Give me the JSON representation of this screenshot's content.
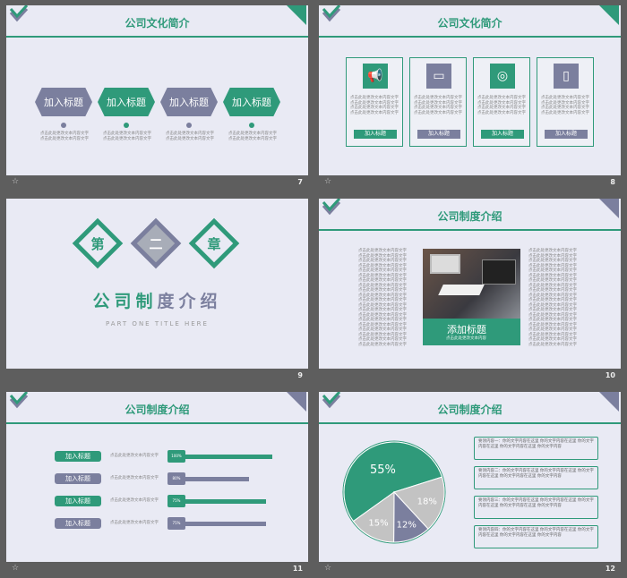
{
  "colors": {
    "green": "#2f9a7a",
    "slate": "#7b7f9e",
    "gray": "#c3c3c3",
    "bg": "#e9eaf4"
  },
  "slide7": {
    "title": "公司文化简介",
    "number": "7",
    "items": [
      {
        "label": "加入标题",
        "color": "#7b7f9e",
        "text": "点击此处更改文本内容文字"
      },
      {
        "label": "加入标题",
        "color": "#2f9a7a",
        "text": "点击此处更改文本内容文字"
      },
      {
        "label": "加入标题",
        "color": "#7b7f9e",
        "text": "点击此处更改文本内容文字"
      },
      {
        "label": "加入标题",
        "color": "#2f9a7a",
        "text": "点击此处更改文本内容文字"
      }
    ]
  },
  "slide8": {
    "title": "公司文化简介",
    "number": "8",
    "cards": [
      {
        "icon": "megaphone-icon",
        "glyph": "📢",
        "color": "#2f9a7a",
        "button": "加入标题"
      },
      {
        "icon": "monitor-icon",
        "glyph": "▭",
        "color": "#7b7f9e",
        "button": "加入标题"
      },
      {
        "icon": "target-icon",
        "glyph": "◎",
        "color": "#2f9a7a",
        "button": "加入标题"
      },
      {
        "icon": "door-icon",
        "glyph": "▯",
        "color": "#7b7f9e",
        "button": "加入标题"
      }
    ],
    "text": "点击此处更改文本内容文字"
  },
  "slide9": {
    "c1": "第",
    "c2": "二",
    "c3": "章",
    "title": "公司制度介绍",
    "subtitle": "PART ONE   TITLE HERE",
    "number": "9"
  },
  "slide10": {
    "title": "公司制度介绍",
    "number": "10",
    "caption": "添加标题",
    "caption_sub": "点击此处更改文本内容",
    "text": "点击此处更改文本内容文字"
  },
  "slide11": {
    "title": "公司制度介绍",
    "number": "11",
    "rows": [
      {
        "label": "加入标题",
        "color": "#2f9a7a",
        "pct": "100%",
        "fraction": 1.0,
        "text": "点击此处更改文本内容文字"
      },
      {
        "label": "加入标题",
        "color": "#7b7f9e",
        "pct": "80%",
        "fraction": 0.74,
        "text": "点击此处更改文本内容文字"
      },
      {
        "label": "加入标题",
        "color": "#2f9a7a",
        "pct": "75%",
        "fraction": 0.93,
        "text": "点击此处更改文本内容文字"
      },
      {
        "label": "加入标题",
        "color": "#7b7f9e",
        "pct": "75%",
        "fraction": 0.93,
        "text": "点击此处更改文本内容文字"
      }
    ]
  },
  "slide12": {
    "title": "公司制度介绍",
    "number": "12",
    "chart_data": {
      "type": "pie",
      "values": [
        55,
        18,
        12,
        15
      ],
      "labels": [
        "55%",
        "18%",
        "12%",
        "15%"
      ],
      "colors": [
        "#2f9a7a",
        "#c3c3c3",
        "#7b7f9e",
        "#c3c3c3"
      ]
    },
    "boxes": [
      "要领内容一：你的文字内容在这里 你的文字内容在这里 你的文字内容在这里 你的文字内容在这里 你的文字内容",
      "要领内容二：你的文字内容在这里 你的文字内容在这里 你的文字内容在这里 你的文字内容在这里 你的文字内容",
      "要领内容三：你的文字内容在这里 你的文字内容在这里 你的文字内容在这里 你的文字内容在这里 你的文字内容",
      "要领内容四：你的文字内容在这里 你的文字内容在这里 你的文字内容在这里 你的文字内容在这里 你的文字内容"
    ]
  }
}
